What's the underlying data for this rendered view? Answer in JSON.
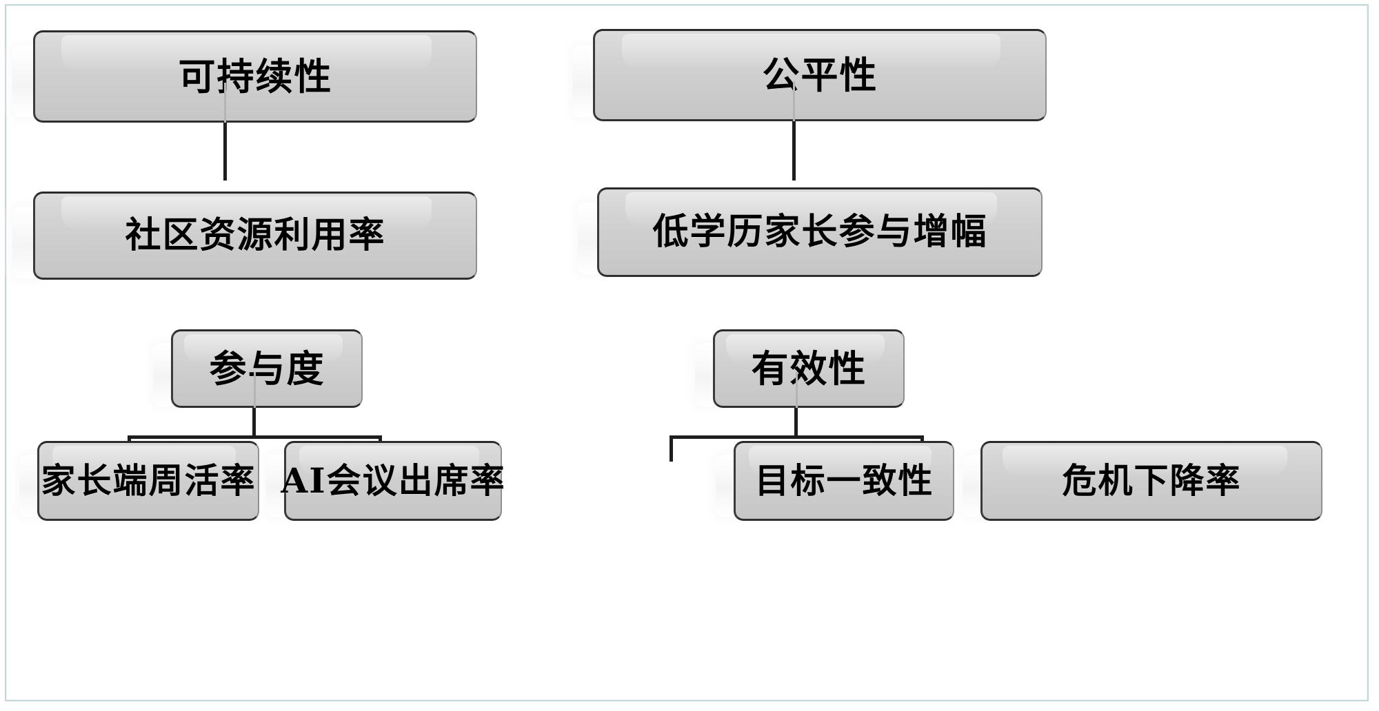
{
  "diagram": {
    "type": "hierarchy-tree",
    "title": "",
    "frame_color": "#c3d6d8",
    "node_fill": "#d2d2d2",
    "node_border": "#2a2a2a",
    "connector_color": "#1e1e1e",
    "groups": [
      {
        "id": "sustainability",
        "position": "top-left",
        "root": {
          "label": "可持续性"
        },
        "children": [
          {
            "label": "社区资源利用率"
          }
        ]
      },
      {
        "id": "equity",
        "position": "top-right",
        "root": {
          "label": "公平性"
        },
        "children": [
          {
            "label": "低学历家长参与增幅"
          }
        ]
      },
      {
        "id": "engagement",
        "position": "bottom-left",
        "root": {
          "label": "参与度"
        },
        "children": [
          {
            "label": "家长端周活率"
          },
          {
            "label": "AI会议出席率"
          }
        ]
      },
      {
        "id": "effectiveness",
        "position": "bottom-right",
        "root": {
          "label": "有效性"
        },
        "children": [
          {
            "label": "目标一致性"
          },
          {
            "label": "危机下降率"
          }
        ]
      }
    ]
  }
}
